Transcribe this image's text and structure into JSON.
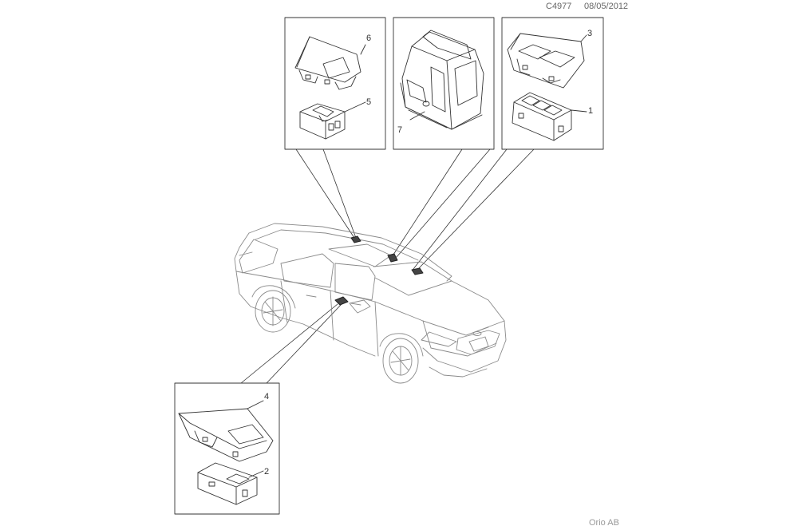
{
  "header": {
    "code": "C4977",
    "date": "08/05/2012"
  },
  "footer": {
    "company": "Orio AB"
  },
  "callouts": {
    "c1": "1",
    "c2": "2",
    "c3": "3",
    "c4": "4",
    "c5": "5",
    "c6": "6",
    "c7": "7"
  }
}
